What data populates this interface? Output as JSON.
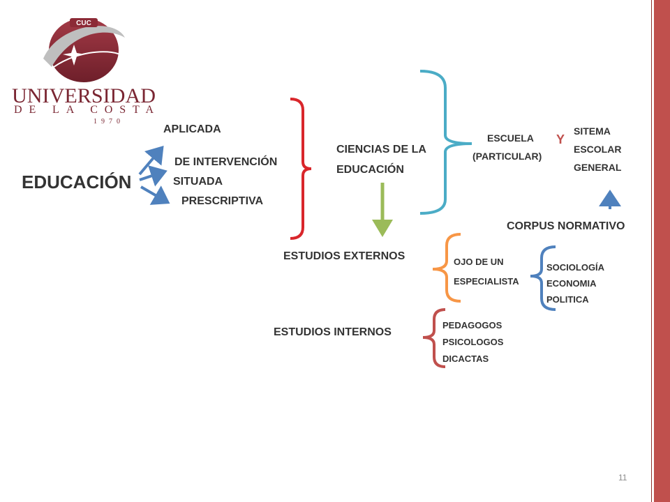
{
  "logo": {
    "badge_text": "CUC",
    "name_line1": "UNIVERSIDAD",
    "name_line2": "DE LA COSTA",
    "year": "1970"
  },
  "diagram": {
    "root": "EDUCACIÓN",
    "types": [
      "APLICADA",
      "DE INTERVENCIÓN",
      "SITUADA",
      "PRESCRIPTIVA"
    ],
    "ciencias": [
      "CIENCIAS DE LA",
      "EDUCACIÓN"
    ],
    "escuela": [
      "ESCUELA",
      "(PARTICULAR)"
    ],
    "connector": "Y",
    "sistema": [
      "SITEMA",
      "ESCOLAR",
      "GENERAL"
    ],
    "corpus": "CORPUS NORMATIVO",
    "externos": "ESTUDIOS EXTERNOS",
    "ojo": [
      "OJO DE UN",
      "ESPECIALISTA"
    ],
    "disciplinas": [
      "SOCIOLOGÍA",
      "ECONOMIA",
      "POLITICA"
    ],
    "internos": "ESTUDIOS INTERNOS",
    "profesionales": [
      "PEDAGOGOS",
      "PSICOLOGOS",
      "DICACTAS"
    ]
  },
  "colors": {
    "blue_arrow": "#4f81bd",
    "red_bracket": "#d9262b",
    "cyan_bracket": "#4bacc6",
    "green_arrow": "#9bbb59",
    "orange_bracket": "#f79646",
    "dark_red_bracket": "#c0504d",
    "accent_bar": "#c0504d"
  },
  "page_number": "11"
}
